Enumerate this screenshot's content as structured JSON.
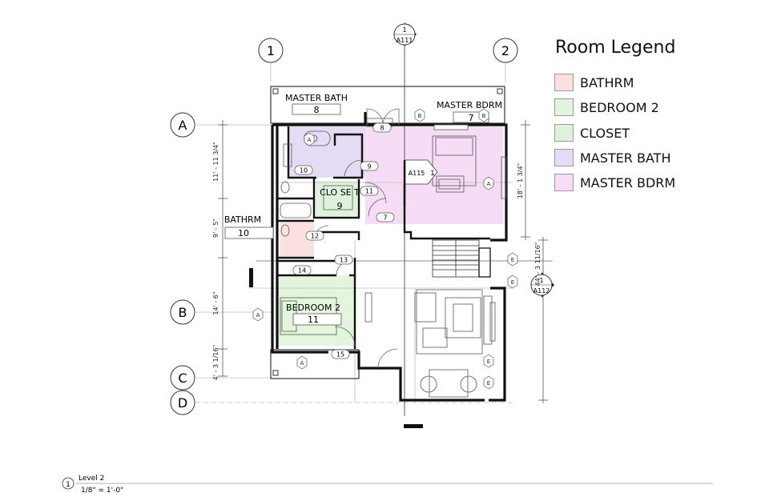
{
  "legend": {
    "title": "Room Legend",
    "items": [
      {
        "label": "BATHRM",
        "color": "#fbe0e0"
      },
      {
        "label": "BEDROOM 2",
        "color": "#e3f5dc"
      },
      {
        "label": "CLOSET",
        "color": "#dff3dc"
      },
      {
        "label": "MASTER BATH",
        "color": "#e4dcf5"
      },
      {
        "label": "MASTER BDRM",
        "color": "#f7dcf6"
      }
    ]
  },
  "grid": {
    "cols": [
      "1",
      "2"
    ],
    "rows": [
      "A",
      "B",
      "C",
      "D"
    ]
  },
  "sections": {
    "top": {
      "num": "1",
      "sheet": "A111"
    },
    "right": {
      "num": "1",
      "sheet": "A112"
    }
  },
  "rooms": {
    "master_bath": {
      "name": "MASTER BATH",
      "num": "8"
    },
    "master_bdrm": {
      "name": "MASTER BDRM",
      "num": "7"
    },
    "closet": {
      "name": "CLO SE T",
      "num": "9"
    },
    "bathrm": {
      "name": "BATHRM",
      "num": "10"
    },
    "bedroom2": {
      "name": "BEDROOM 2",
      "num": "11"
    }
  },
  "door_tags": {
    "d8": "8",
    "d9": "9",
    "d10": "10",
    "d11": "11",
    "d7": "7",
    "d12": "12",
    "d13": "13",
    "d14": "14",
    "d15": "15"
  },
  "window_tags": {
    "a": "A",
    "b": "B",
    "e": "E"
  },
  "elevation": {
    "tag": "A115",
    "num": "1"
  },
  "dims": {
    "left1": "11' - 11 3/4\"",
    "left2": "9' - 5\"",
    "left3": "14' - 6\"",
    "left4": "4' - 3 1/16\"",
    "right1": "18' - 1 3/4\"",
    "right2": "44' - 3 11/16\""
  },
  "title_block": {
    "num": "1",
    "level": "Level 2",
    "scale": "1/8\" = 1'-0\""
  }
}
